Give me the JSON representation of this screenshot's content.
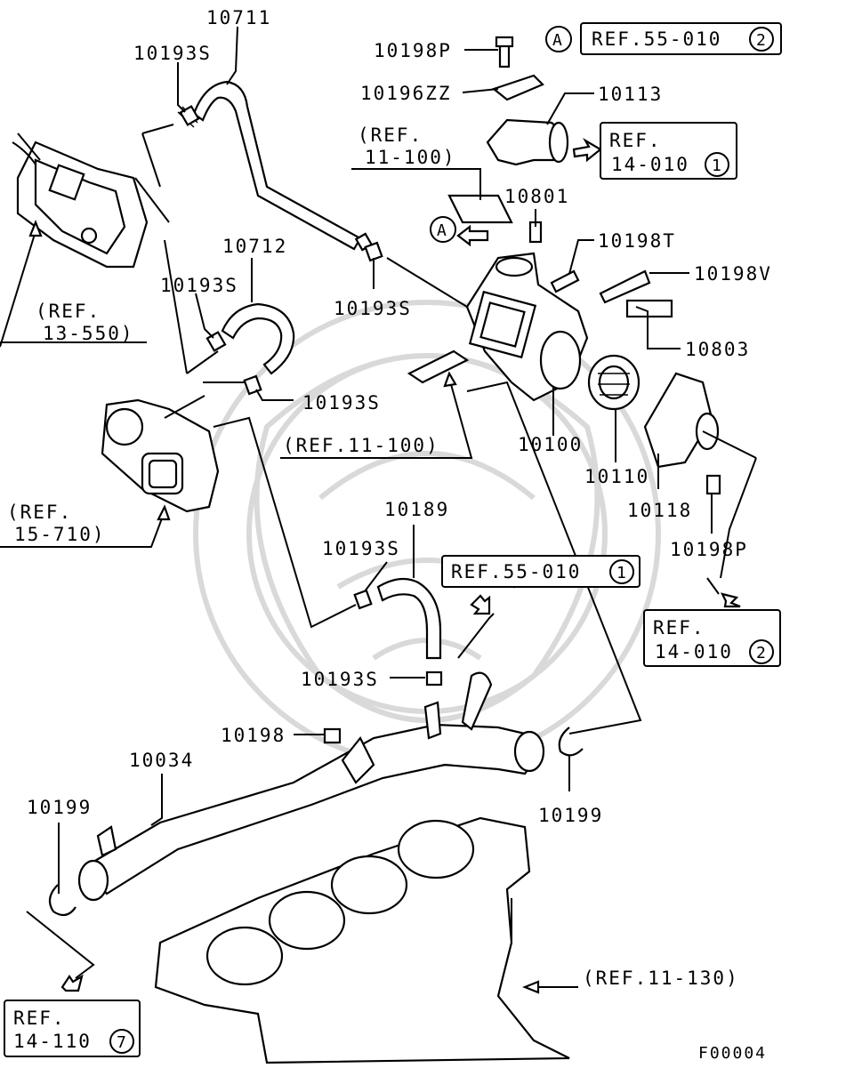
{
  "diagram_code": "F00004",
  "part_labels": [
    {
      "id": "p10711",
      "text": "10711"
    },
    {
      "id": "p10193s_a",
      "text": "10193S"
    },
    {
      "id": "p10198p_top",
      "text": "10198P"
    },
    {
      "id": "p10196zz",
      "text": "10196ZZ"
    },
    {
      "id": "p10113",
      "text": "10113"
    },
    {
      "id": "p10801",
      "text": "10801"
    },
    {
      "id": "p10198t",
      "text": "10198T"
    },
    {
      "id": "p10198v",
      "text": "10198V"
    },
    {
      "id": "p10712",
      "text": "10712"
    },
    {
      "id": "p10193s_b",
      "text": "10193S"
    },
    {
      "id": "p10193s_c",
      "text": "10193S"
    },
    {
      "id": "p10803",
      "text": "10803"
    },
    {
      "id": "p10193s_d",
      "text": "10193S"
    },
    {
      "id": "p10100",
      "text": "10100"
    },
    {
      "id": "p10110",
      "text": "10110"
    },
    {
      "id": "p10118",
      "text": "10118"
    },
    {
      "id": "p10189",
      "text": "10189"
    },
    {
      "id": "p10193s_e",
      "text": "10193S"
    },
    {
      "id": "p10198p_bot",
      "text": "10198P"
    },
    {
      "id": "p10193s_f",
      "text": "10193S"
    },
    {
      "id": "p10198",
      "text": "10198"
    },
    {
      "id": "p10034",
      "text": "10034"
    },
    {
      "id": "p10199_l",
      "text": "10199"
    },
    {
      "id": "p10199_r",
      "text": "10199"
    }
  ],
  "references": {
    "ref_55_010_2": {
      "prefix": "A",
      "text": "REF.55-010",
      "num": "2"
    },
    "ref_14_010_1": {
      "line1": "REF.",
      "line2": "14-010",
      "num": "1"
    },
    "ref_11_100_top": {
      "line1": "(REF.",
      "line2": "11-100)"
    },
    "ref_13_550": {
      "line1": "(REF.",
      "line2": "13-550)"
    },
    "ref_11_100_mid": {
      "text": "(REF.11-100)"
    },
    "ref_15_710": {
      "line1": "(REF.",
      "line2": "15-710)"
    },
    "ref_55_010_1": {
      "text": "REF.55-010",
      "num": "1"
    },
    "ref_14_010_2": {
      "line1": "REF.",
      "line2": "14-010",
      "num": "2"
    },
    "ref_11_130": {
      "text": "(REF.11-130)"
    },
    "ref_14_110_7": {
      "line1": "REF.",
      "line2": "14-110",
      "num": "7"
    },
    "marker_a": "A"
  }
}
